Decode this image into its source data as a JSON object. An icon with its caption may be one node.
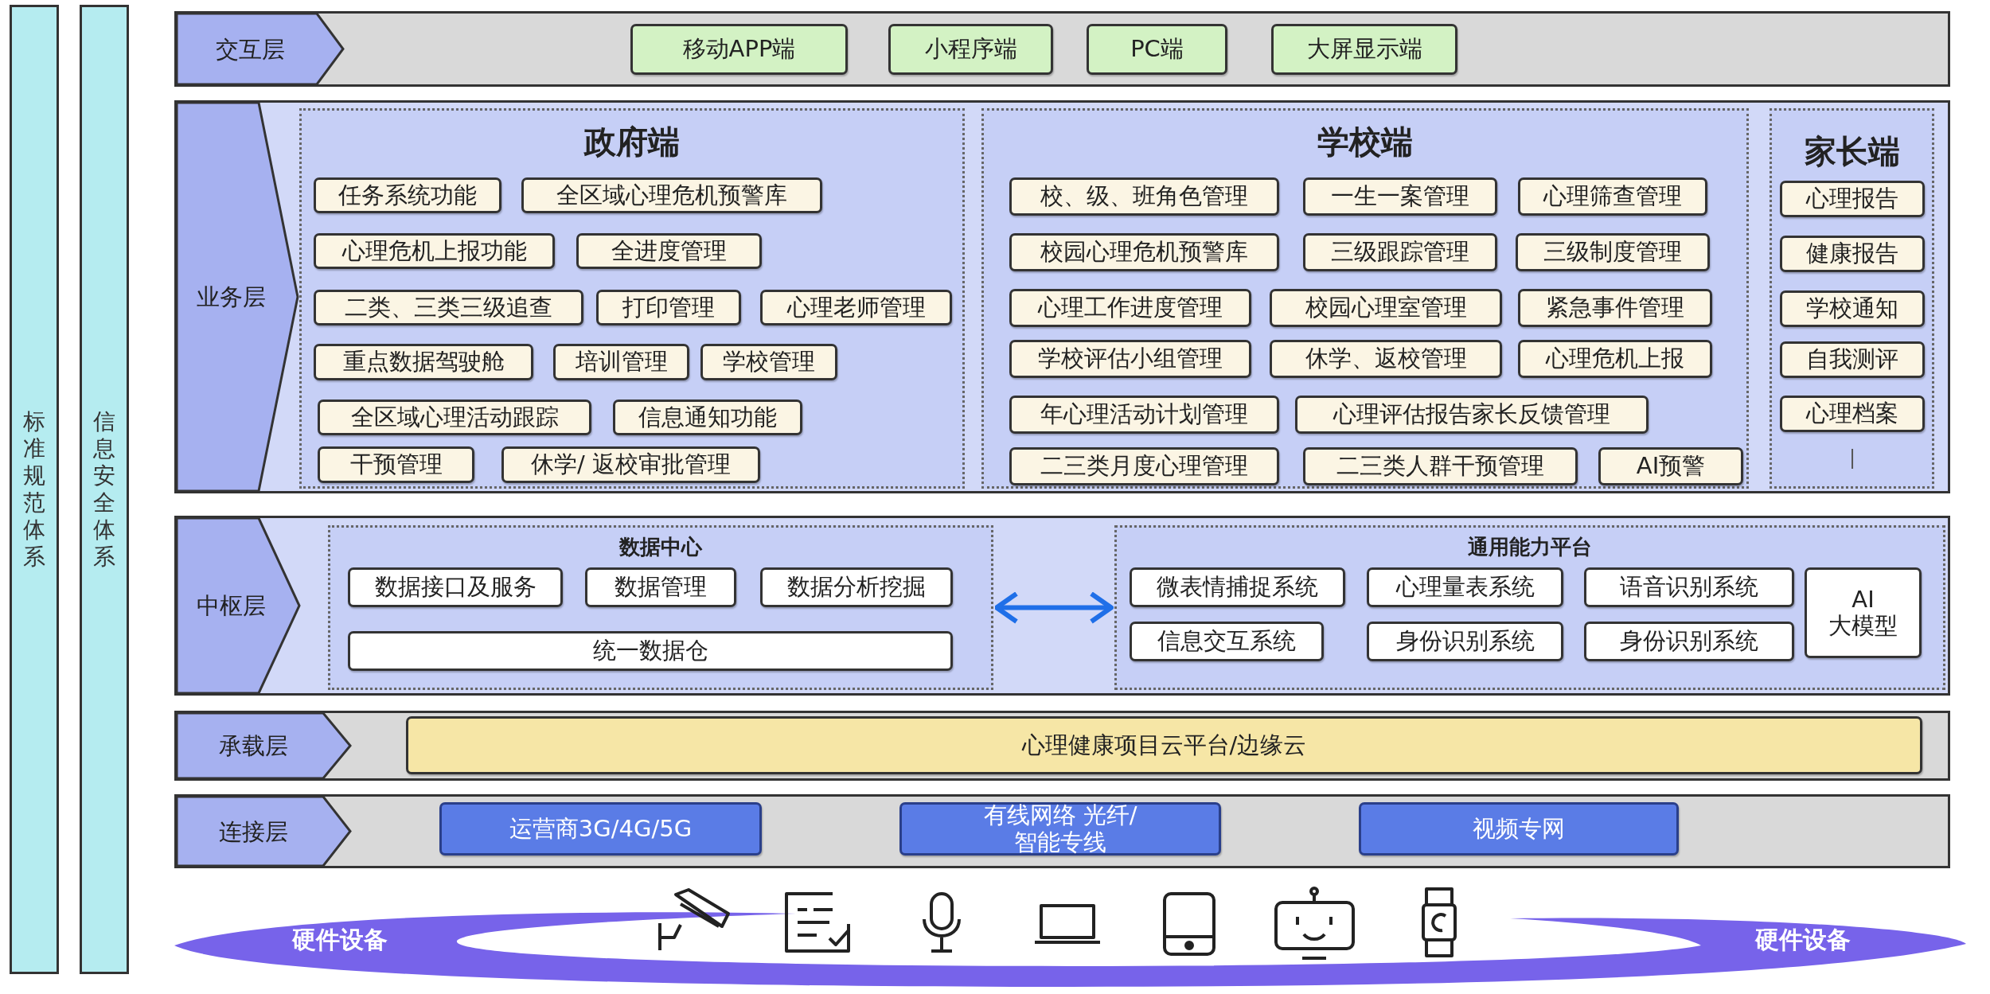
{
  "diagram": {
    "nodes": [
      {
        "text": [
          "标准规范体系"
        ]
      },
      {
        "text": [
          "信息安全体系"
        ]
      },
      {
        "text": [
          "交互层"
        ]
      },
      {
        "text": [
          "移动APP端"
        ],
        "in": 2
      },
      {
        "text": [
          "小程序端"
        ],
        "in": 2
      },
      {
        "text": [
          "PC端"
        ],
        "in": 2
      },
      {
        "text": [
          "大屏显示端"
        ],
        "in": 2
      },
      {
        "text": [
          "业务层"
        ]
      },
      {
        "text": [
          "政府端"
        ],
        "in": 7
      },
      {
        "text": [
          "任务系统功能"
        ],
        "in": 8
      },
      {
        "text": [
          "全区域心理危机预警库"
        ],
        "in": 8
      },
      {
        "text": [
          "心理危机上报功能"
        ],
        "in": 8
      },
      {
        "text": [
          "全进度管理"
        ],
        "in": 8
      },
      {
        "text": [
          "二类、三类三级追查"
        ],
        "in": 8
      },
      {
        "text": [
          "打印管理"
        ],
        "in": 8
      },
      {
        "text": [
          "心理老师管理"
        ],
        "in": 8
      },
      {
        "text": [
          "重点数据驾驶舱"
        ],
        "in": 8
      },
      {
        "text": [
          "培训管理"
        ],
        "in": 8
      },
      {
        "text": [
          "学校管理"
        ],
        "in": 8
      },
      {
        "text": [
          "全区域心理活动跟踪"
        ],
        "in": 8
      },
      {
        "text": [
          "信息通知功能"
        ],
        "in": 8
      },
      {
        "text": [
          "干预管理"
        ],
        "in": 8
      },
      {
        "text": [
          "休学/ 返校审批管理"
        ],
        "in": 8
      },
      {
        "text": [
          "学校端"
        ],
        "in": 7
      },
      {
        "text": [
          "校、级、班角色管理"
        ],
        "in": 23
      },
      {
        "text": [
          "一生一案管理"
        ],
        "in": 23
      },
      {
        "text": [
          "心理筛查管理"
        ],
        "in": 23
      },
      {
        "text": [
          "校园心理危机预警库"
        ],
        "in": 23
      },
      {
        "text": [
          "三级跟踪管理"
        ],
        "in": 23
      },
      {
        "text": [
          "三级制度管理"
        ],
        "in": 23
      },
      {
        "text": [
          "心理工作进度管理"
        ],
        "in": 23
      },
      {
        "text": [
          "校园心理室管理"
        ],
        "in": 23
      },
      {
        "text": [
          "紧急事件管理"
        ],
        "in": 23
      },
      {
        "text": [
          "学校评估小组管理"
        ],
        "in": 23
      },
      {
        "text": [
          "休学、返校管理"
        ],
        "in": 23
      },
      {
        "text": [
          "心理危机上报"
        ],
        "in": 23
      },
      {
        "text": [
          "年心理活动计划管理"
        ],
        "in": 23
      },
      {
        "text": [
          "心理评估报告家长反馈管理"
        ],
        "in": 23
      },
      {
        "text": [
          "二三类月度心理管理"
        ],
        "in": 23
      },
      {
        "text": [
          "二三类人群干预管理"
        ],
        "in": 23
      },
      {
        "text": [
          "AI预警"
        ],
        "in": 23
      },
      {
        "text": [
          "家长端"
        ],
        "in": 7
      },
      {
        "text": [
          "心理报告"
        ],
        "in": 41
      },
      {
        "text": [
          "健康报告"
        ],
        "in": 41
      },
      {
        "text": [
          "学校通知"
        ],
        "in": 41
      },
      {
        "text": [
          "自我测评"
        ],
        "in": 41
      },
      {
        "text": [
          "心理档案"
        ],
        "in": 41,
        "beside": [
          "|"
        ]
      },
      {
        "text": [
          "中枢层"
        ]
      },
      {
        "text": [
          "数据中心"
        ],
        "in": 47
      },
      {
        "text": [
          "数据接口及服务"
        ],
        "in": 48
      },
      {
        "text": [
          "数据管理"
        ],
        "in": 48
      },
      {
        "text": [
          "数据分析挖掘"
        ],
        "in": 48
      },
      {
        "text": [
          "统一数据仓"
        ],
        "in": 48
      },
      {
        "text": [
          "通用能力平台"
        ],
        "in": 47
      },
      {
        "text": [
          "微表情捕捉系统"
        ],
        "in": 53
      },
      {
        "text": [
          "心理量表系统"
        ],
        "in": 53
      },
      {
        "text": [
          "语音识别系统"
        ],
        "in": 53
      },
      {
        "text": [
          "信息交互系统"
        ],
        "in": 53
      },
      {
        "text": [
          "身份识别系统"
        ],
        "in": 53
      },
      {
        "text": [
          "身份识别系统"
        ],
        "in": 53
      },
      {
        "text": [
          "AI 大模型"
        ],
        "in": 53
      },
      {
        "text": [
          "承载层"
        ]
      },
      {
        "text": [
          "心理健康项目云平台/边缘云"
        ],
        "in": 61
      },
      {
        "text": [
          "连接层"
        ]
      },
      {
        "text": [
          "运营商3G/4G/5G"
        ],
        "in": 63
      },
      {
        "text": [
          "有线网络 光纤/智能专线"
        ],
        "in": 63
      },
      {
        "text": [
          "视频专网"
        ],
        "in": 63
      }
    ],
    "edges": [
      {
        "from": 48,
        "to": 53,
        "arrow": "both"
      }
    ],
    "labels": [
      "硬件设备",
      "硬件设备"
    ]
  }
}
